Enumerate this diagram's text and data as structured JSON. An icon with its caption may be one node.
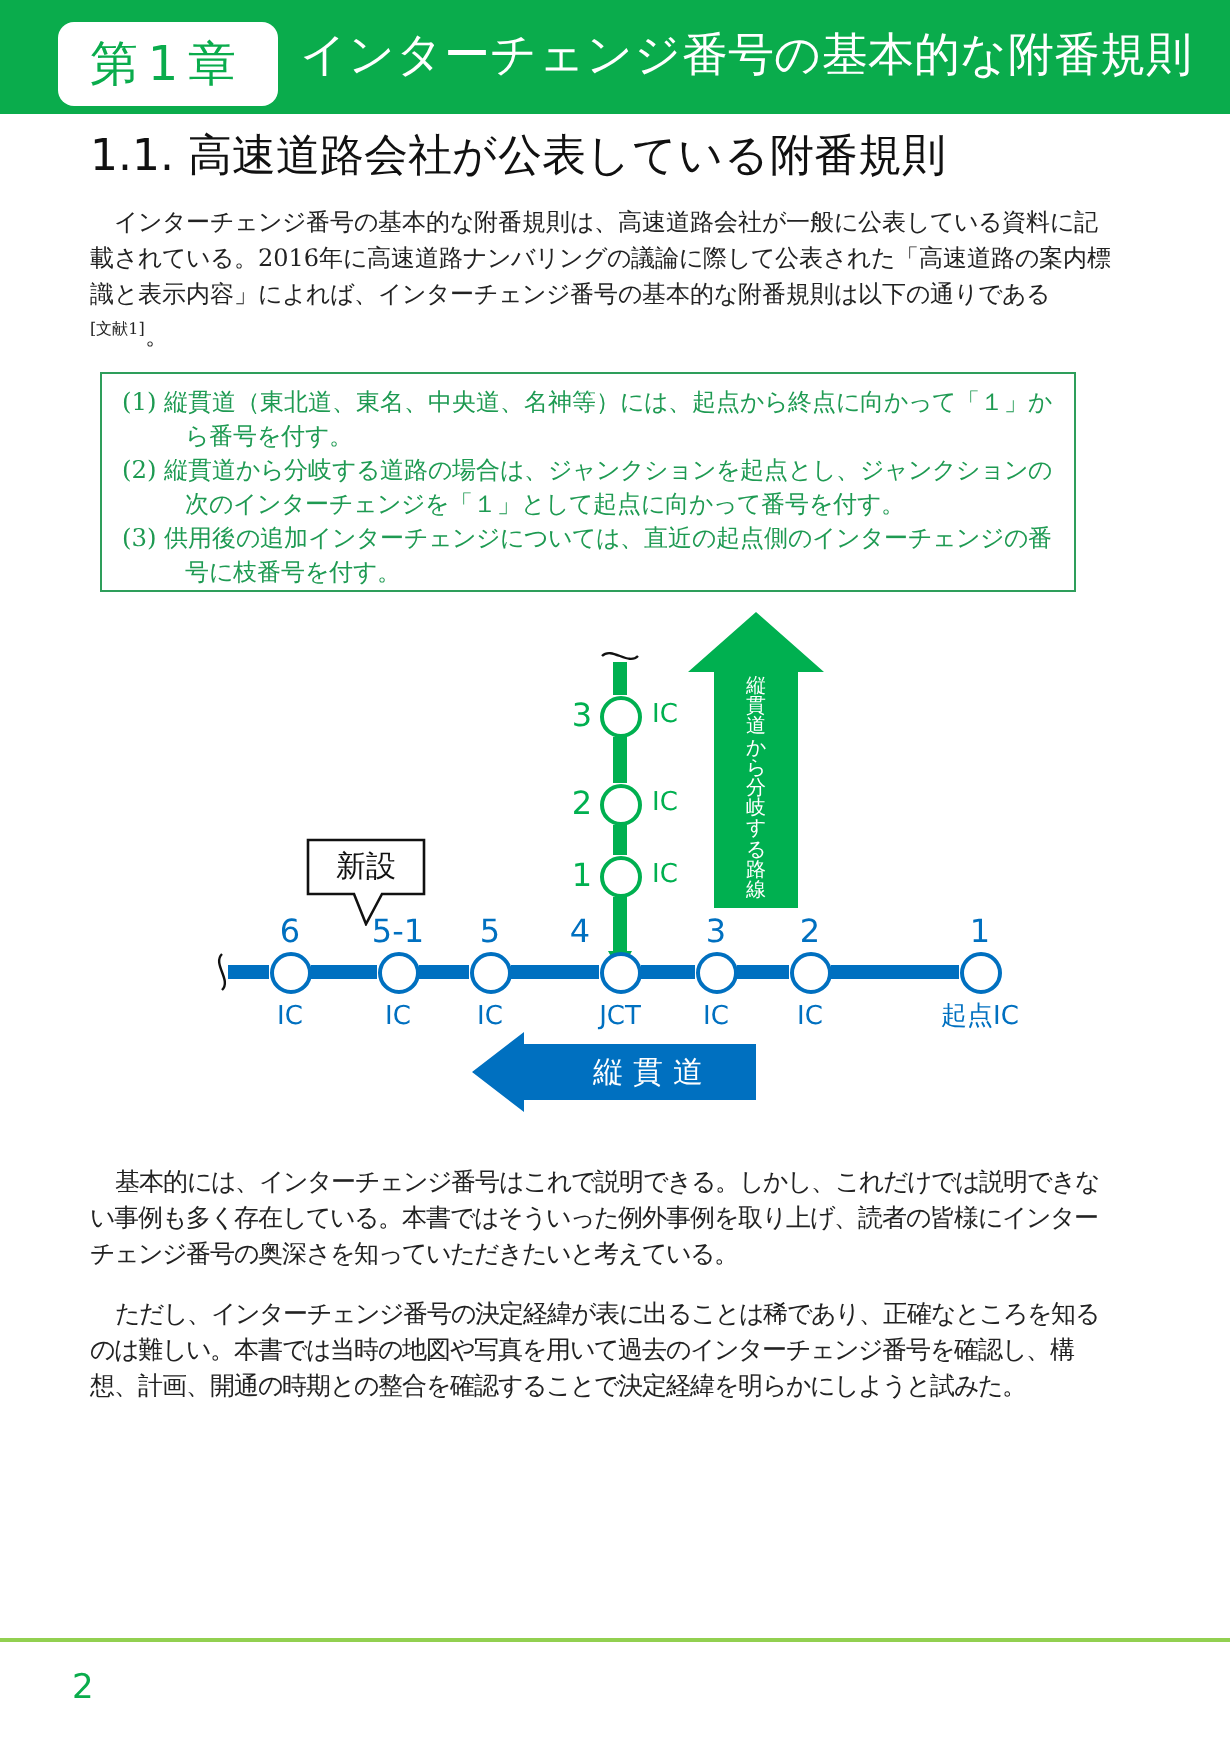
{
  "diagram": {
    "title": "インターチェンジ番号の基本的な附番規則",
    "nodes": [
      {
        "text": [
          "第1章"
        ]
      },
      {
        "text": [
          "(1) 縦貫道（東北道、東名、中央道、名神等）には、起点から終点に向かって「１」から番号を付す。",
          "(2) 縦貫道から分岐する道路の場合は、ジャンクションを起点とし、ジャンクションの次のインターチェンジを「１」として起点に向かって番号を付す。",
          "(3) 供用後の追加インターチェンジについては、直近の起点側のインターチェンジの番号に枝番号を付す。"
        ]
      },
      {
        "text": [
          "縦貫道から分岐する路線"
        ]
      },
      {
        "text": [],
        "shape": "circle",
        "beside": [
          "3",
          "IC"
        ]
      },
      {
        "text": [],
        "shape": "circle",
        "beside": [
          "2",
          "IC"
        ]
      },
      {
        "text": [],
        "shape": "circle",
        "beside": [
          "1",
          "IC"
        ]
      },
      {
        "text": [
          "新設"
        ]
      },
      {
        "text": [],
        "shape": "circle",
        "beside": [
          "6",
          "IC"
        ]
      },
      {
        "text": [],
        "shape": "circle",
        "beside": [
          "5-1",
          "IC"
        ]
      },
      {
        "text": [],
        "shape": "circle",
        "beside": [
          "5",
          "IC"
        ]
      },
      {
        "text": [],
        "shape": "circle",
        "beside": [
          "4",
          "JCT"
        ]
      },
      {
        "text": [],
        "shape": "circle",
        "beside": [
          "3",
          "IC"
        ]
      },
      {
        "text": [],
        "shape": "circle",
        "beside": [
          "2",
          "IC"
        ]
      },
      {
        "text": [],
        "shape": "circle",
        "beside": [
          "1",
          "起点IC"
        ]
      },
      {
        "text": [
          "縦 貫 道"
        ]
      }
    ],
    "edges": [
      {
        "from": null,
        "to": 7,
        "arrow": "none"
      },
      {
        "from": 7,
        "to": 8,
        "arrow": "none"
      },
      {
        "from": 8,
        "to": 9,
        "arrow": "none"
      },
      {
        "from": 9,
        "to": 10,
        "arrow": "none"
      },
      {
        "from": 10,
        "to": 11,
        "arrow": "none"
      },
      {
        "from": 11,
        "to": 12,
        "arrow": "none"
      },
      {
        "from": 12,
        "to": 13,
        "arrow": "none"
      },
      {
        "from": 5,
        "to": 10,
        "arrow": "to",
        "color": "#00b050"
      },
      {
        "from": 4,
        "to": 5,
        "arrow": "none",
        "color": "#00b050"
      },
      {
        "from": 3,
        "to": 4,
        "arrow": "none",
        "color": "#00b050"
      },
      {
        "from": 3,
        "to": null,
        "arrow": "none",
        "color": "#00b050"
      }
    ],
    "labels": [
      "1.1. 高速道路会社が公表している附番規則",
      "インターチェンジ番号の基本的な附番規則は、高速道路会社が一般に公表している資料に記載されている。2016年に高速道路ナンバリングの議論に際して公表された「高速道路の案内標識と表示内容」によれば、インターチェンジ番号の基本的な附番規則は以下の通りである$^{[文献1]}$。",
      "基本的には、インターチェンジ番号はこれで説明できる。しかし、これだけでは説明できない事例も多く存在している。本書ではそういった例外事例を取り上げ、読者の皆様にインターチェンジ番号の奥深さを知っていただきたいと考えている。",
      "ただし、インターチェンジ番号の決定経緯が表に出ることは稀であり、正確なところを知るのは難しい。本書では当時の地図や写真を用いて過去のインターチェンジ番号を確認し、構想、計画、開通の時期との整合を確認することで決定経緯を明らかにしようと試みた。",
      "2"
    ]
  }
}
